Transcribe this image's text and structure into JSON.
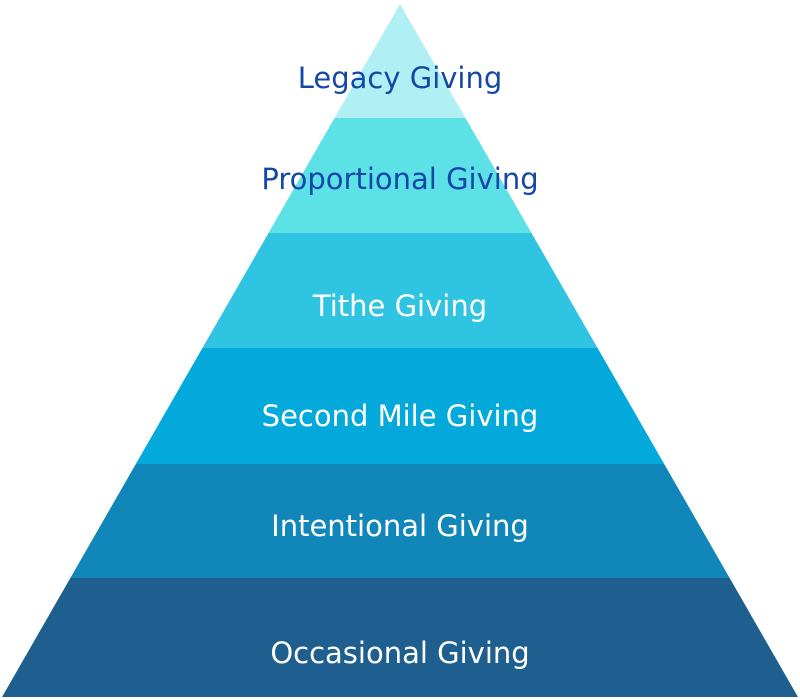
{
  "levels": [
    {
      "label": "Legacy Giving",
      "fill": "#b0eff3",
      "text_color": "#1547a8"
    },
    {
      "label": "Proportional Giving",
      "fill": "#5ce1e6",
      "text_color": "#1547a8"
    },
    {
      "label": "Tithe Giving",
      "fill": "#30c4e3",
      "text_color": "#ffffff"
    },
    {
      "label": "Second Mile Giving",
      "fill": "#04a9dc",
      "text_color": "#ffffff"
    },
    {
      "label": "Intentional Giving",
      "fill": "#1187b9",
      "text_color": "#ffffff"
    },
    {
      "label": "Occasional Giving",
      "fill": "#1f5f8f",
      "text_color": "#ffffff"
    }
  ]
}
